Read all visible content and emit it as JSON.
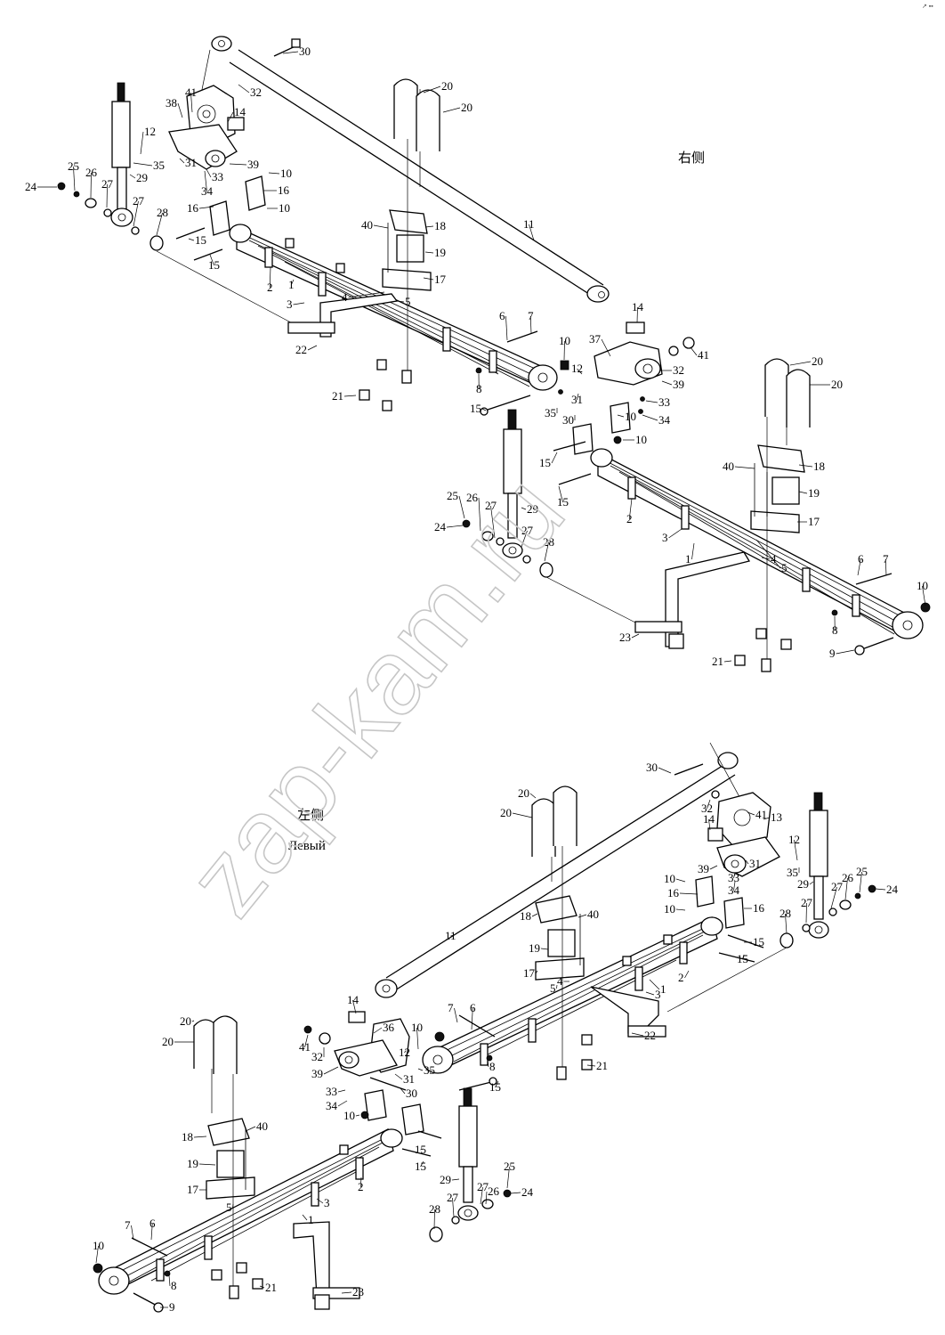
{
  "corner_mark": "↗ ▪▪",
  "watermark": "zap-kam.ru",
  "side_labels": {
    "right_cn": "右侧",
    "left_cn": "左侧",
    "left_ru": "Левый"
  },
  "upper_assembly": {
    "callouts": [
      "30",
      "32",
      "41",
      "38",
      "14",
      "12",
      "35",
      "31",
      "39",
      "10",
      "34",
      "33",
      "16",
      "16",
      "10",
      "24",
      "25",
      "26",
      "27",
      "29",
      "27",
      "28",
      "15",
      "15",
      "40",
      "18",
      "19",
      "17",
      "2",
      "1",
      "3",
      "4",
      "5",
      "22",
      "6",
      "7",
      "10",
      "8",
      "21",
      "15",
      "11",
      "20",
      "20",
      "14",
      "41",
      "37",
      "32",
      "12",
      "31",
      "35",
      "30",
      "33",
      "10",
      "34",
      "39",
      "29",
      "25",
      "26",
      "27",
      "24",
      "27",
      "28",
      "15",
      "15",
      "10",
      "40",
      "18",
      "19",
      "17",
      "2",
      "3",
      "1",
      "4",
      "5",
      "6",
      "7",
      "10",
      "8",
      "9",
      "23",
      "21",
      "20",
      "20"
    ]
  },
  "lower_assembly": {
    "callouts": [
      "30",
      "32",
      "41",
      "13",
      "14",
      "12",
      "35",
      "31",
      "39",
      "33",
      "34",
      "10",
      "16",
      "10",
      "16",
      "15",
      "15",
      "28",
      "27",
      "29",
      "27",
      "26",
      "25",
      "24",
      "20",
      "20",
      "18",
      "40",
      "11",
      "19",
      "17",
      "5",
      "4",
      "3",
      "2",
      "1",
      "22",
      "14",
      "41",
      "32",
      "36",
      "10",
      "12",
      "39",
      "31",
      "30",
      "35",
      "33",
      "34",
      "10",
      "7",
      "6",
      "8",
      "15",
      "21",
      "20",
      "20",
      "18",
      "40",
      "19",
      "17",
      "2",
      "3",
      "1",
      "5",
      "15",
      "15",
      "29",
      "28",
      "27",
      "27",
      "26",
      "25",
      "24",
      "7",
      "6",
      "10",
      "8",
      "9",
      "21",
      "23"
    ]
  }
}
